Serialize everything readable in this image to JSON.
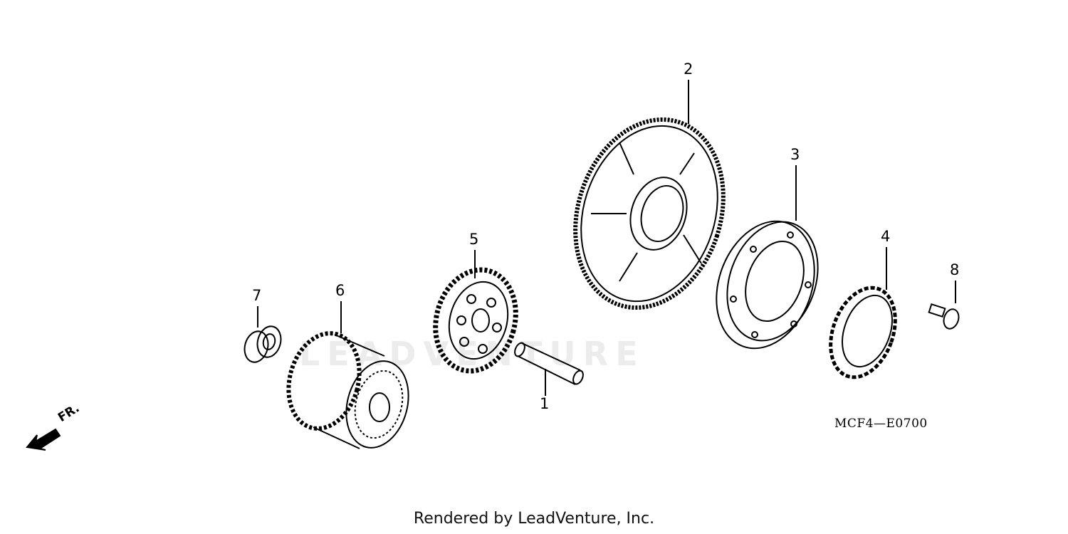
{
  "callouts": [
    {
      "id": "1",
      "label": "1",
      "part": "pin"
    },
    {
      "id": "2",
      "label": "2",
      "part": "large-gear"
    },
    {
      "id": "3",
      "label": "3",
      "part": "clutch-housing"
    },
    {
      "id": "4",
      "label": "4",
      "part": "one-way-clutch"
    },
    {
      "id": "5",
      "label": "5",
      "part": "idle-gear"
    },
    {
      "id": "6",
      "label": "6",
      "part": "reduction-gear-assembly"
    },
    {
      "id": "7",
      "label": "7",
      "part": "bearing"
    },
    {
      "id": "8",
      "label": "8",
      "part": "bolt"
    }
  ],
  "diagram_code": "MCF4—E0700",
  "direction_label": "FR.",
  "footer": "Rendered by LeadVenture, Inc.",
  "watermark": "LEADVENTURE"
}
